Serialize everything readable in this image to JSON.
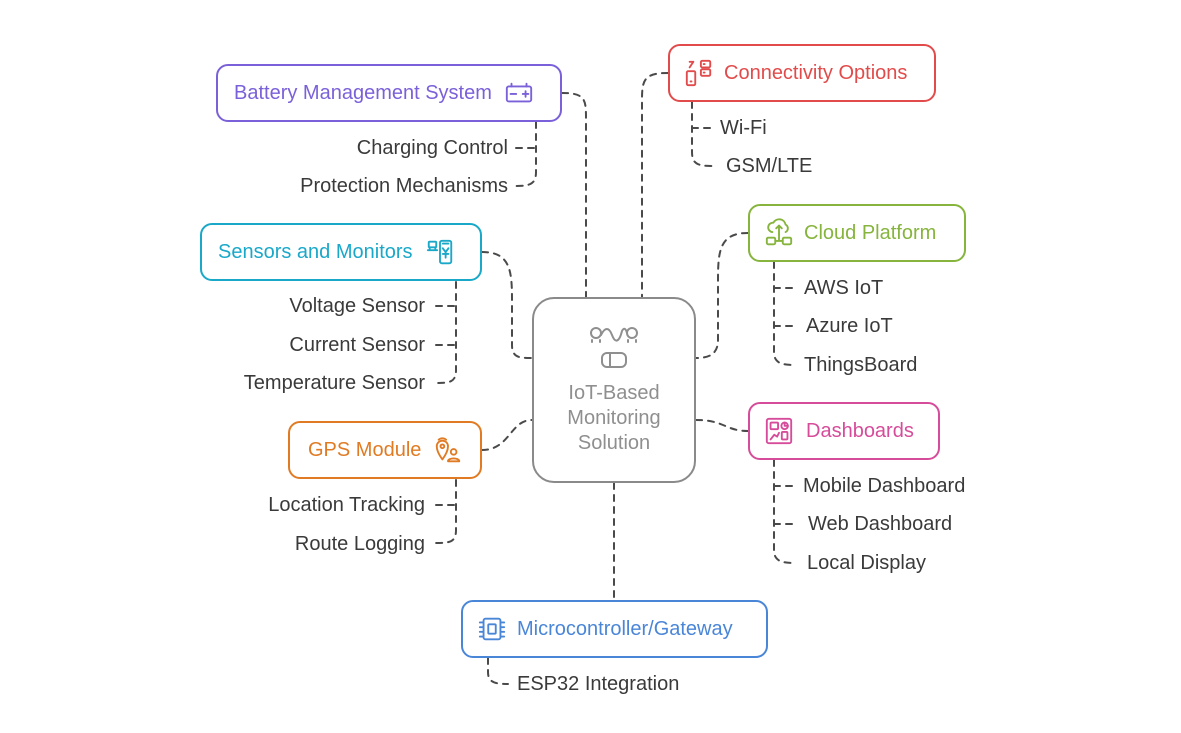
{
  "center": {
    "title": "IoT-Based Monitoring Solution",
    "color": "#8a8a8a"
  },
  "branches": {
    "battery": {
      "title": "Battery Management System",
      "color": "#7b61d9",
      "icon": "battery-icon",
      "items": [
        "Charging Control",
        "Protection Mechanisms"
      ]
    },
    "sensors": {
      "title": "Sensors and Monitors",
      "color": "#1aa8c9",
      "icon": "sensor-icon",
      "items": [
        "Voltage Sensor",
        "Current Sensor",
        "Temperature Sensor"
      ]
    },
    "gps": {
      "title": "GPS Module",
      "color": "#e07b24",
      "icon": "location-icon",
      "items": [
        "Location Tracking",
        "Route Logging"
      ]
    },
    "connectivity": {
      "title": "Connectivity Options",
      "color": "#e24b4b",
      "icon": "phone-server-icon",
      "items": [
        "Wi-Fi",
        "GSM/LTE"
      ]
    },
    "cloud": {
      "title": "Cloud Platform",
      "color": "#86b43c",
      "icon": "cloud-network-icon",
      "items": [
        "AWS IoT",
        "Azure IoT",
        "ThingsBoard"
      ]
    },
    "dashboards": {
      "title": "Dashboards",
      "color": "#d64c9a",
      "icon": "dashboard-icon",
      "items": [
        "Mobile Dashboard",
        "Web Dashboard",
        "Local Display"
      ]
    },
    "micro": {
      "title": "Microcontroller/Gateway",
      "color": "#4a86d8",
      "icon": "chip-icon",
      "items": [
        "ESP32 Integration"
      ]
    }
  },
  "connector_color": "#4a4a4a"
}
